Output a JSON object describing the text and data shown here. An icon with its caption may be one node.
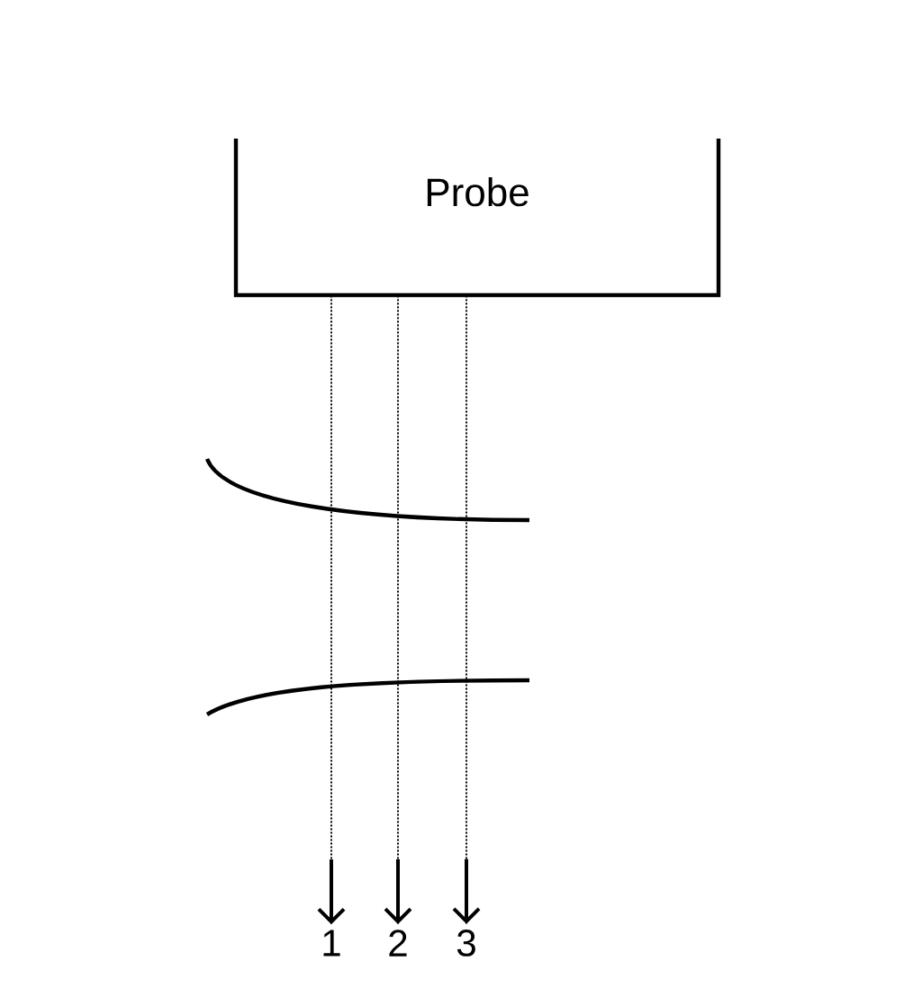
{
  "diagram": {
    "nodes": [
      {
        "text": [
          "Probe"
        ]
      },
      {
        "text": [
          "1"
        ]
      },
      {
        "text": [
          "2"
        ]
      },
      {
        "text": [
          "3"
        ]
      }
    ],
    "edges": [
      {
        "from": 0,
        "to": 1,
        "arrow": "to",
        "style": "dashed"
      },
      {
        "from": 0,
        "to": 2,
        "arrow": "to",
        "style": "dashed"
      },
      {
        "from": 0,
        "to": 3,
        "arrow": "to",
        "style": "dashed"
      }
    ]
  }
}
